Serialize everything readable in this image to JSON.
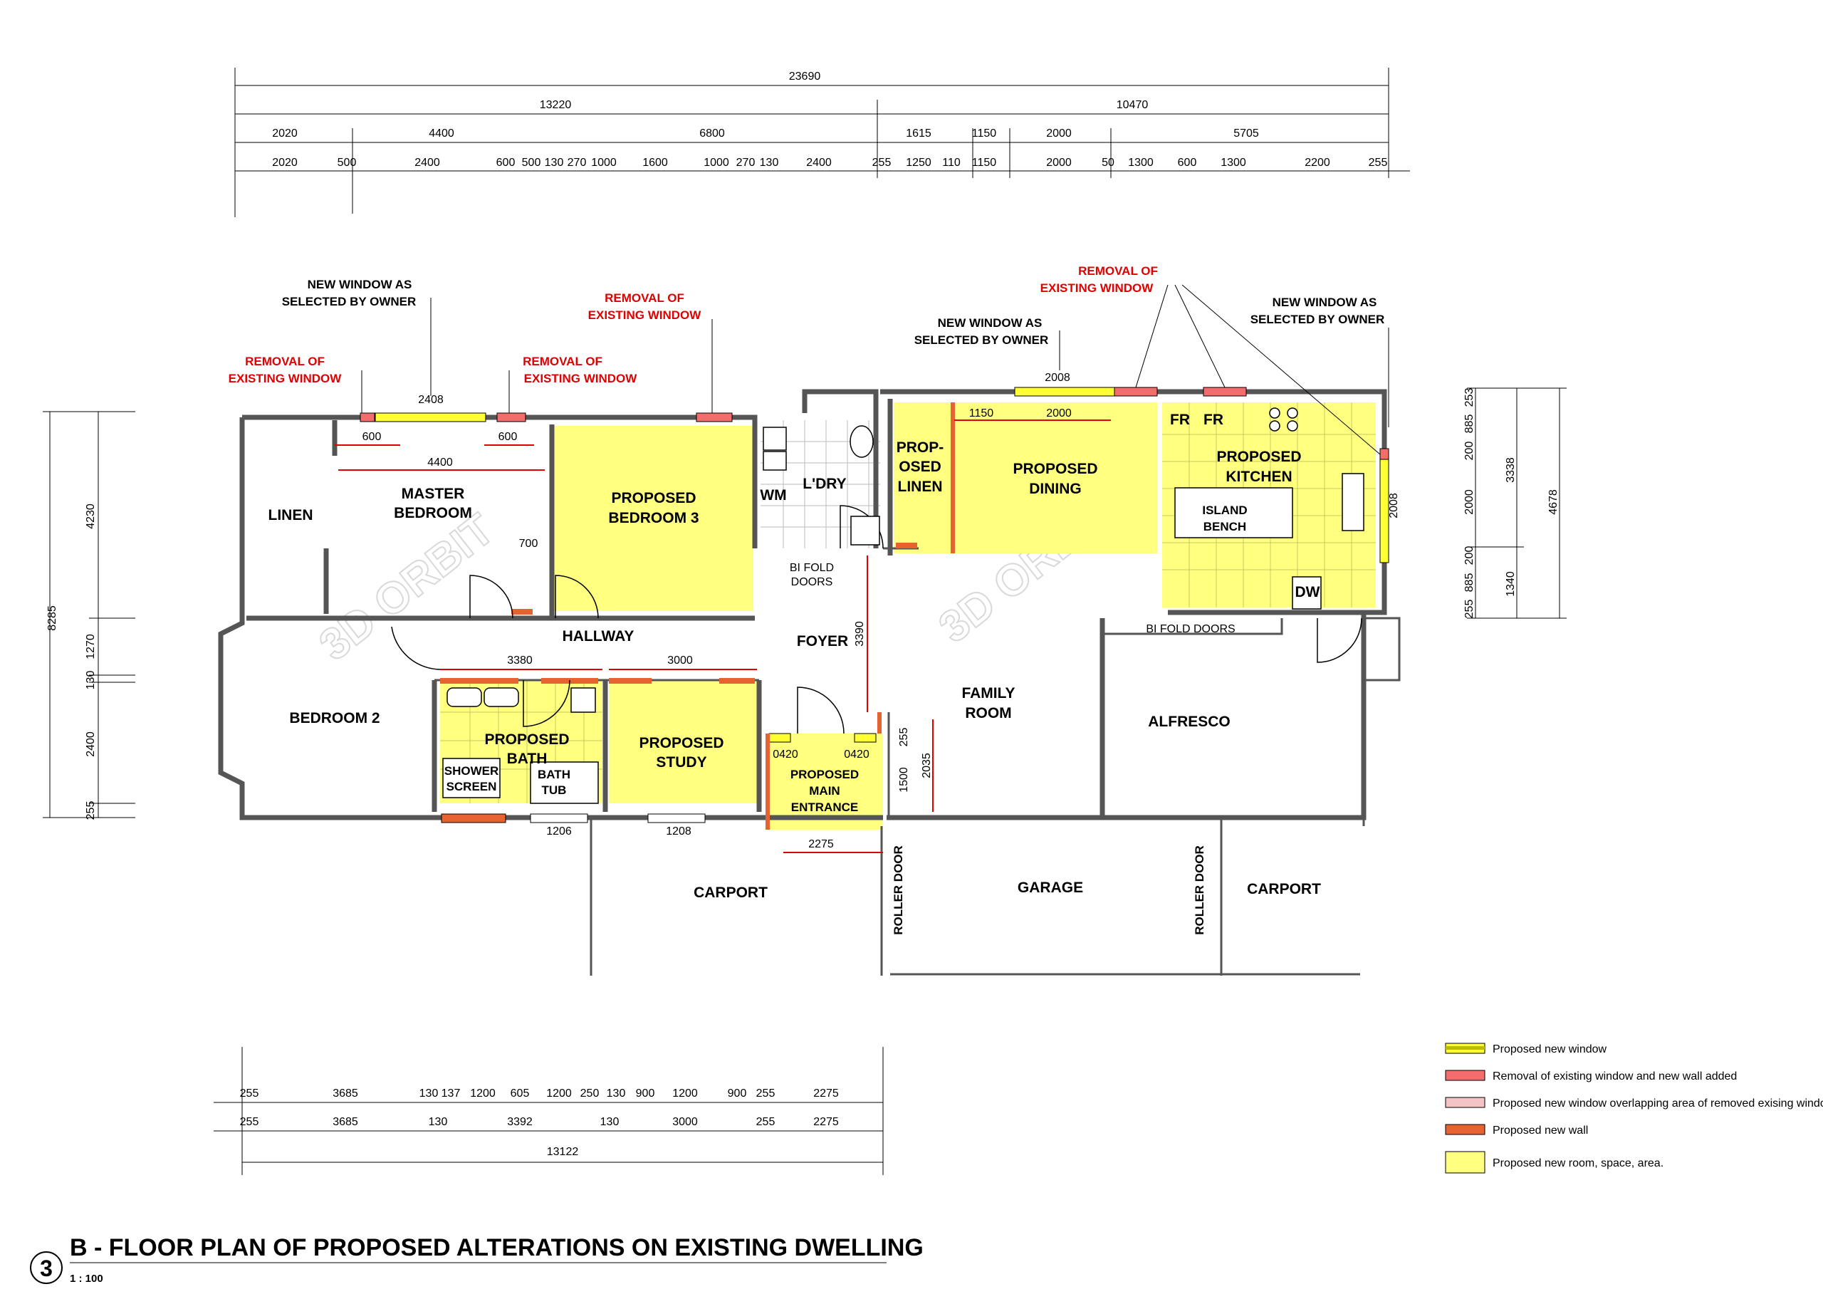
{
  "colors": {
    "yellow": "#ffff80",
    "yellow_window": "#ffff33",
    "red_window": "#f36d6d",
    "new_wall": "#e6622e",
    "wall": "#555555"
  },
  "top_dims": {
    "overall": "23690",
    "row2": [
      "13220",
      "10470"
    ],
    "row3": [
      "2020",
      "4400",
      "6800",
      "1615",
      "1150",
      "2000",
      "5705"
    ],
    "row4": [
      "2020",
      "500",
      "2400",
      "600",
      "500",
      "130",
      "270",
      "1000",
      "1600",
      "1000",
      "270",
      "130",
      "2400",
      "255",
      "1250",
      "110",
      "1150",
      "2000",
      "50",
      "1300",
      "600",
      "1300",
      "2200",
      "255"
    ]
  },
  "bottom_dims": {
    "row1": [
      "255",
      "3685",
      "130",
      "137",
      "1200",
      "605",
      "1200",
      "250",
      "130",
      "900",
      "1200",
      "900",
      "255",
      "2275"
    ],
    "row2": [
      "255",
      "3685",
      "130",
      "3392",
      "130",
      "3000",
      "255",
      "2275"
    ],
    "overall": "13122"
  },
  "left_dims": [
    "8285",
    "4230",
    "1270",
    "130",
    "2400",
    "255"
  ],
  "right_dims": {
    "outer": "4678",
    "mid": [
      "3338",
      "1340"
    ],
    "inner": [
      "253",
      "885",
      "200",
      "2000",
      "200",
      "885",
      "255"
    ]
  },
  "rooms": {
    "linen": "LINEN",
    "master1": "MASTER",
    "master2": "BEDROOM",
    "bed3_1": "PROPOSED",
    "bed3_2": "BEDROOM 3",
    "wm": "WM",
    "ldry": "L'DRY",
    "propl_1": "PROP-",
    "propl_2": "OSED",
    "propl_3": "LINEN",
    "dining1": "PROPOSED",
    "dining2": "DINING",
    "kitchen1": "PROPOSED",
    "kitchen2": "KITCHEN",
    "fr1": "FR",
    "fr2": "FR",
    "island1": "ISLAND",
    "island2": "BENCH",
    "dw": "DW",
    "hallway": "HALLWAY",
    "foyer": "FOYER",
    "bifold1_1": "BI FOLD",
    "bifold1_2": "DOORS",
    "bifold2": "BI FOLD DOORS",
    "bed2": "BEDROOM 2",
    "bath1": "PROPOSED",
    "bath2": "BATH",
    "shower1": "SHOWER",
    "shower2": "SCREEN",
    "tub1": "BATH",
    "tub2": "TUB",
    "study1": "PROPOSED",
    "study2": "STUDY",
    "entrance1": "PROPOSED",
    "entrance2": "MAIN",
    "entrance3": "ENTRANCE",
    "family1": "FAMILY",
    "family2": "ROOM",
    "alfresco": "ALFRESCO",
    "carport1": "CARPORT",
    "garage": "GARAGE",
    "carport2": "CARPORT",
    "roller1": "ROLLER DOOR",
    "roller2": "ROLLER DOOR"
  },
  "inner_dims": {
    "d600a": "600",
    "d600b": "600",
    "d4400": "4400",
    "d700": "700",
    "d2408": "2408",
    "d2008top": "2008",
    "d1150": "1150",
    "d2000": "2000",
    "d2008side": "2008",
    "d3380": "3380",
    "d3000": "3000",
    "d3390": "3390",
    "d0420a": "0420",
    "d0420b": "0420",
    "d255": "255",
    "d2035": "2035",
    "d1500": "1500",
    "d1206": "1206",
    "d1208": "1208",
    "d2275": "2275"
  },
  "notes": {
    "nw1_1": "NEW WINDOW AS",
    "nw1_2": "SELECTED BY OWNER",
    "rw1_1": "REMOVAL OF",
    "rw1_2": "EXISTING WINDOW",
    "rw2_1": "REMOVAL OF",
    "rw2_2": "EXISTING WINDOW",
    "rw3_1": "REMOVAL OF",
    "rw3_2": "EXISTING WINDOW",
    "nw2_1": "NEW WINDOW AS",
    "nw2_2": "SELECTED BY OWNER",
    "rw4_1": "REMOVAL OF",
    "rw4_2": "EXISTING WINDOW",
    "nw3_1": "NEW WINDOW AS",
    "nw3_2": "SELECTED BY OWNER"
  },
  "watermark": "3D ORBIT",
  "legend": [
    {
      "label": "Proposed new window",
      "swatch": "new-window"
    },
    {
      "label": "Removal of existing window and new wall added",
      "swatch": "removal"
    },
    {
      "label": "Proposed new window overlapping area of removed exising window",
      "swatch": "overlap"
    },
    {
      "label": "Proposed new wall",
      "swatch": "new-wall"
    },
    {
      "label": "Proposed new room, space, area.",
      "swatch": "new-room"
    }
  ],
  "title_block": {
    "number": "3",
    "title": "B - FLOOR PLAN OF PROPOSED ALTERATIONS ON EXISTING DWELLING",
    "scale": "1 : 100"
  }
}
